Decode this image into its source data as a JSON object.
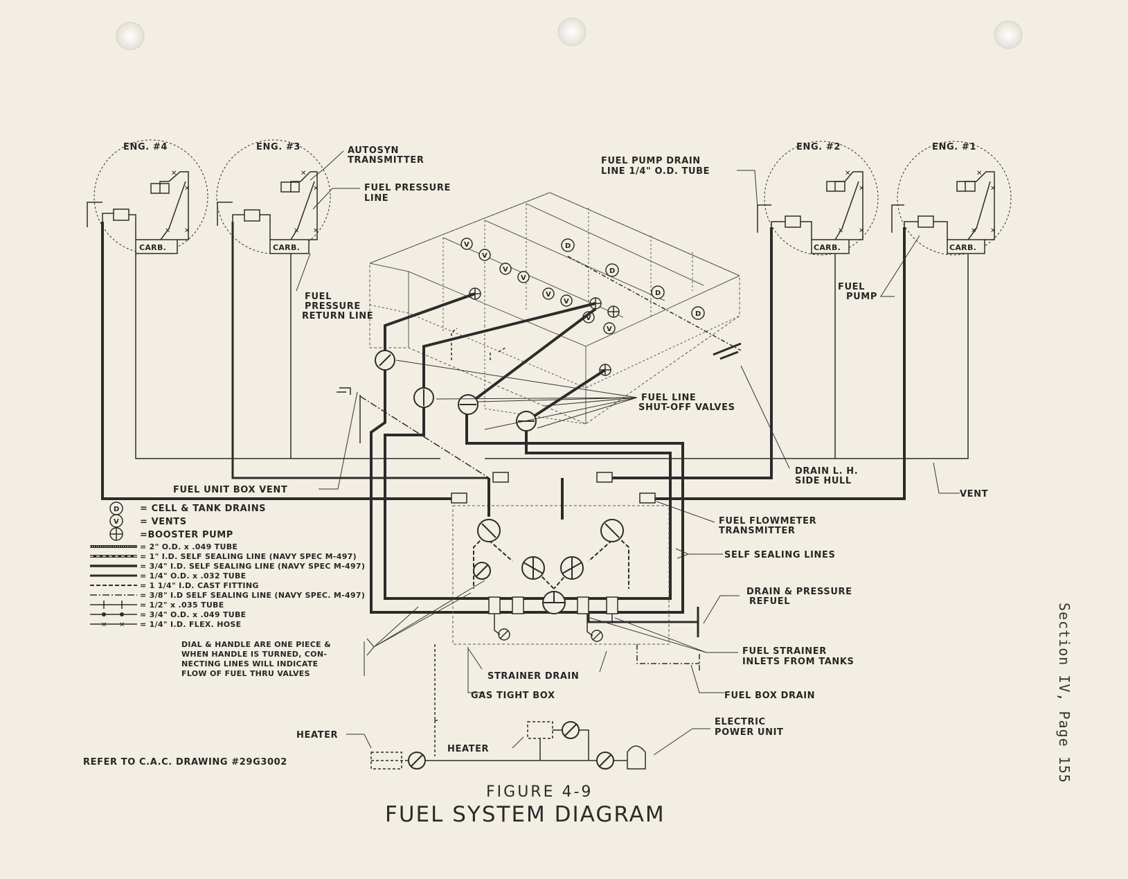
{
  "side_caption": "Section IV, Page 155",
  "figure": {
    "number": "FIGURE 4-9",
    "title": "FUEL SYSTEM DIAGRAM"
  },
  "reference": "REFER TO C.A.C. DRAWING #29G3002",
  "engines": [
    {
      "label": "ENG. #4",
      "carb": "CARB."
    },
    {
      "label": "ENG. #3",
      "carb": "CARB."
    },
    {
      "label": "ENG. #2",
      "carb": "CARB."
    },
    {
      "label": "ENG. #1",
      "carb": "CARB."
    }
  ],
  "symbols": {
    "drain": "D",
    "vent": "V"
  },
  "callouts": {
    "autosyn": [
      "AUTOSYN",
      "TRANSMITTER"
    ],
    "fuel_pressure_line": [
      "FUEL PRESSURE",
      "LINE"
    ],
    "fuel_pressure_return": [
      "FUEL",
      "PRESSURE",
      "RETURN LINE"
    ],
    "fuel_pump_drain": [
      "FUEL PUMP DRAIN",
      "LINE 1/4\" O.D. TUBE"
    ],
    "fuel_pump": [
      "FUEL",
      "PUMP"
    ],
    "shutoff_valves": [
      "FUEL LINE",
      "SHUT-OFF VALVES"
    ],
    "drain_lh": [
      "DRAIN L. H.",
      "SIDE HULL"
    ],
    "vent": "VENT",
    "fuel_unit_box_vent": "FUEL UNIT BOX VENT",
    "flowmeter": [
      "FUEL FLOWMETER",
      "TRANSMITTER"
    ],
    "self_sealing": "SELF SEALING LINES",
    "drain_pressure_refuel": [
      "DRAIN & PRESSURE",
      "REFUEL"
    ],
    "strainer_inlets": [
      "FUEL STRAINER",
      "INLETS FROM TANKS"
    ],
    "strainer_drain": "STRAINER DRAIN",
    "gas_tight_box": "GAS TIGHT BOX",
    "fuel_box_drain": "FUEL BOX DRAIN",
    "heater_left": "HEATER",
    "heater_mid": "HEATER",
    "electric_power_unit": [
      "ELECTRIC",
      "POWER UNIT"
    ],
    "dial_note": [
      "DIAL & HANDLE ARE ONE PIECE &",
      "WHEN HANDLE IS TURNED, CON-",
      "NECTING LINES WILL INDICATE",
      "FLOW OF FUEL THRU VALVES"
    ]
  },
  "legend": {
    "drains": "= CELL & TANK DRAINS",
    "vents": "= VENTS",
    "booster": "=BOOSTER PUMP",
    "lines": [
      "= 2\" O.D. x .049 TUBE",
      "= 1\" I.D. SELF SEALING LINE (NAVY SPEC M-497)",
      "= 3/4\" I.D. SELF SEALING LINE (NAVY SPEC M-497)",
      "= 1/4\" O.D. x .032 TUBE",
      "= 1 1/4\" I.D. CAST FITTING",
      "= 3/8\" I.D SELF SEALING LINE (NAVY SPEC. M-497)",
      "= 1/2\" x .035 TUBE",
      "= 3/4\" O.D. x .049 TUBE",
      "= 1/4\" I.D. FLEX. HOSE"
    ]
  }
}
